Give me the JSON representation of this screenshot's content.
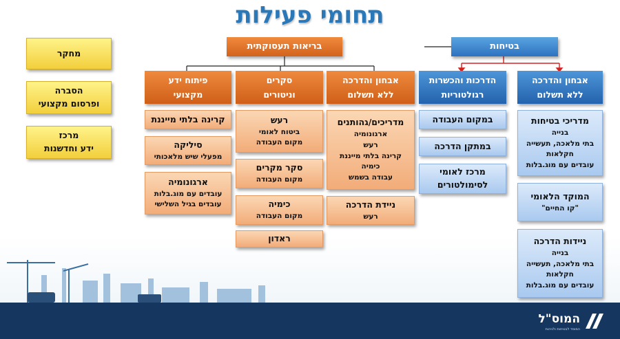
{
  "title": "תחומי פעילות",
  "top": {
    "safety": "בטיחות",
    "health": "בריאות תעסוקתית"
  },
  "left_boxes": [
    {
      "line1": "מחקר",
      "line2": ""
    },
    {
      "line1": "הסברה",
      "line2": "ופרסום מקצועי"
    },
    {
      "line1": "מרכז",
      "line2": "ידע וחדשנות"
    }
  ],
  "columns": [
    {
      "header1": "אבחון והדרכה",
      "header2": "ללא תשלום",
      "items": [
        {
          "title": "מדריכי בטיחות",
          "lines": [
            "בנייה",
            "בתי מלאכה, תעשייה",
            "חקלאות",
            "עובדים עם מוג.בלות"
          ]
        },
        {
          "title": "המוקד הלאומי",
          "lines": [
            "\"קו החיים\""
          ]
        },
        {
          "title": "ניידות הדרכה",
          "lines": [
            "בנייה",
            "בתי מלאכה, תעשייה",
            "חקלאות",
            "עובדים עם מוג.בלות"
          ]
        }
      ]
    },
    {
      "header1": "הדרכות והכשרות",
      "header2": "רגולטוריות",
      "items": [
        {
          "title": "במקום העבודה",
          "lines": []
        },
        {
          "title": "במתקן הדרכה",
          "lines": []
        },
        {
          "title": "מרכז לאומי",
          "lines": [
            "לסימולטורים"
          ]
        }
      ]
    },
    {
      "header1": "אבחון והדרכה",
      "header2": "ללא תשלום",
      "items": [
        {
          "title": "מדריכים/גהותנים",
          "lines": [
            "ארגונומיה",
            "רעש",
            "קרינה בלתי מייננת",
            "כימיה",
            "עבודה בשמש"
          ]
        },
        {
          "title": "ניידת הדרכה",
          "lines": [
            "רעש"
          ]
        }
      ]
    },
    {
      "header1": "סקרים",
      "header2": "וניטורים",
      "items": [
        {
          "title": "רעש",
          "lines": [
            "ביטוח לאומי",
            "מקום העבודה"
          ]
        },
        {
          "title": "סקר מקרים",
          "lines": [
            "מקום העבודה"
          ]
        },
        {
          "title": "כימיה",
          "lines": [
            "מקום העבודה"
          ]
        },
        {
          "title": "ראדון",
          "lines": []
        }
      ]
    },
    {
      "header1": "פיתוח ידע",
      "header2": "מקצועי",
      "items": [
        {
          "title": "קרינה בלתי מייננת",
          "lines": []
        },
        {
          "title": "סיליקה",
          "lines": [
            "מפעלי שיש מלאכותי"
          ]
        },
        {
          "title": "ארגונומיה",
          "lines": [
            "עובדים עם מוג.בלות",
            "עובדים בגיל השלישי"
          ]
        }
      ]
    }
  ],
  "logo_text": "המוס\"ל",
  "logo_sub": "המוסד לבטיחות ולגיהות",
  "colors": {
    "blue": "#2d72c0",
    "orange": "#d2621c",
    "yellow": "#f2cf3c",
    "footer": "#14365f"
  }
}
